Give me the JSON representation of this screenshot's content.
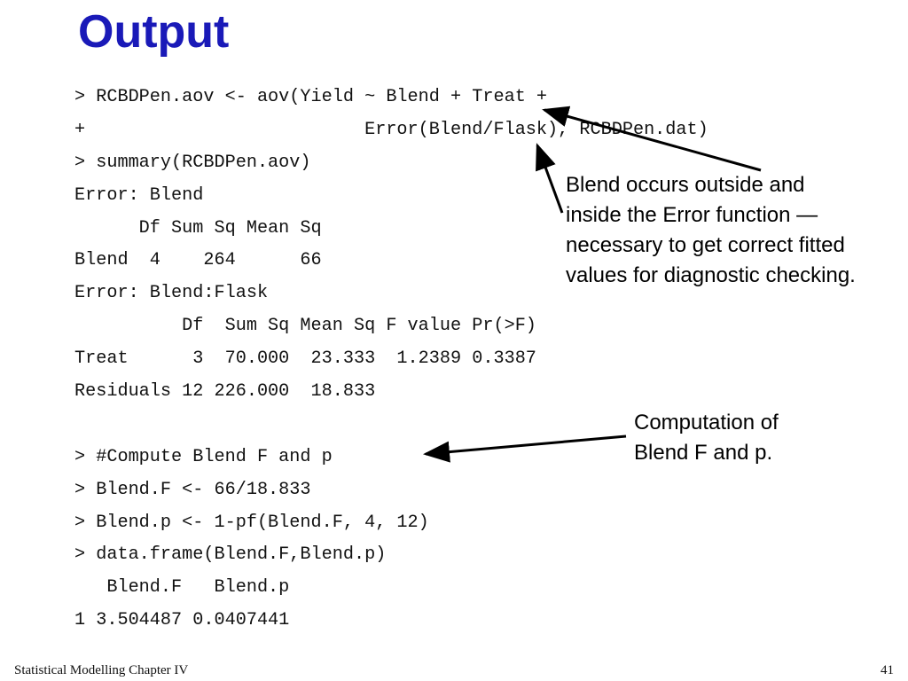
{
  "slide": {
    "title": "Output",
    "code_lines": [
      "> RCBDPen.aov <- aov(Yield ~ Blend + Treat +",
      "+                          Error(Blend/Flask), RCBDPen.dat)",
      "> summary(RCBDPen.aov)",
      "Error: Blend",
      "      Df Sum Sq Mean Sq",
      "Blend  4    264      66",
      "Error: Blend:Flask",
      "          Df  Sum Sq Mean Sq F value Pr(>F)",
      "Treat      3  70.000  23.333  1.2389 0.3387",
      "Residuals 12 226.000  18.833",
      "",
      "> #Compute Blend F and p",
      "> Blend.F <- 66/18.833",
      "> Blend.p <- 1-pf(Blend.F, 4, 12)",
      "> data.frame(Blend.F,Blend.p)",
      "   Blend.F   Blend.p",
      "1 3.504487 0.0407441"
    ],
    "annotations": {
      "error_note": "Blend occurs outside and\ninside the Error function —\nnecessary to get correct fitted\nvalues for diagnostic checking.",
      "compute_note": "Computation of\nBlend F and p."
    },
    "footer": {
      "left": "Statistical Modelling   Chapter IV",
      "page_number": "41"
    },
    "colors": {
      "title": "#1a1ab8",
      "text": "#111111",
      "arrow": "#000000"
    }
  }
}
